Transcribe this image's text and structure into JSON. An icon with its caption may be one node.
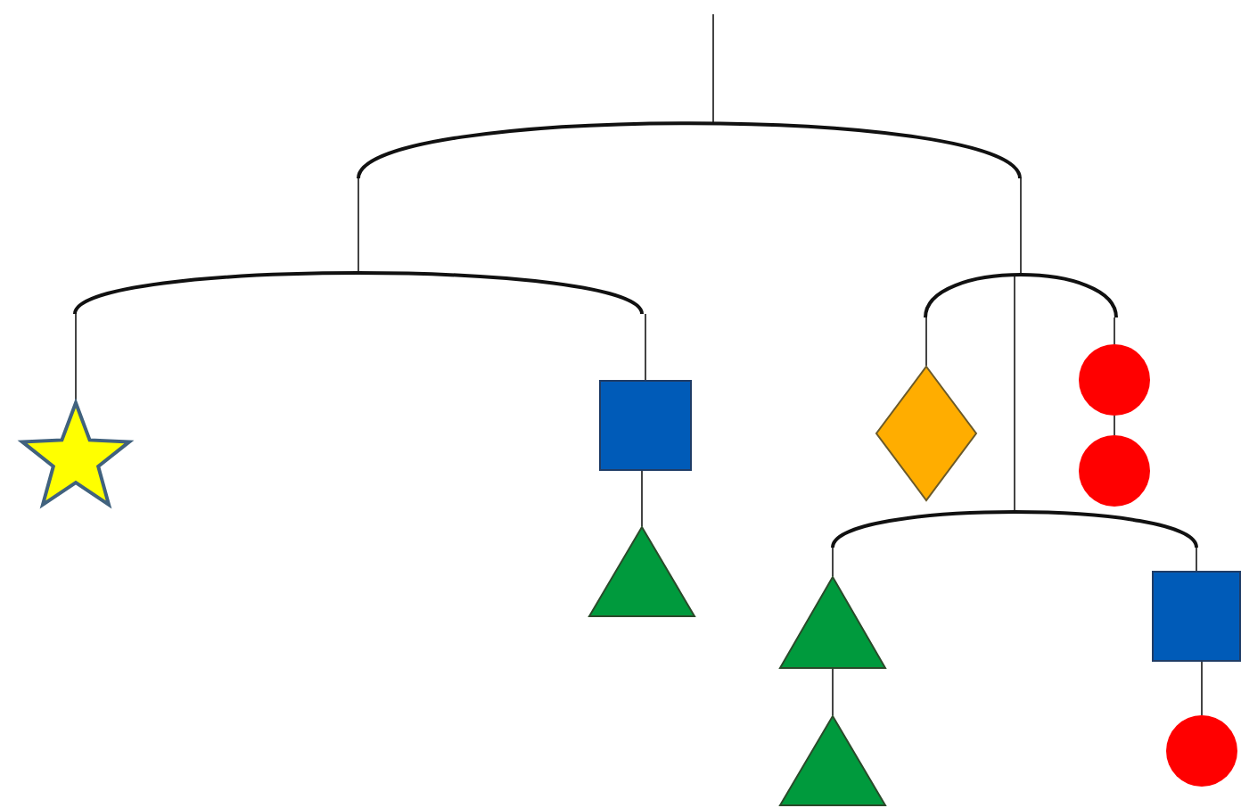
{
  "diagram": {
    "nodes": [
      {
        "text": [],
        "shape": "bar"
      },
      {
        "text": [],
        "shape": "bar"
      },
      {
        "text": [],
        "shape": "star"
      },
      {
        "text": [],
        "shape": "box"
      },
      {
        "text": [],
        "shape": "triangle"
      },
      {
        "text": [],
        "shape": "bar"
      },
      {
        "text": [],
        "shape": "diamond"
      },
      {
        "text": [],
        "shape": "circle"
      },
      {
        "text": [],
        "shape": "circle"
      },
      {
        "text": [],
        "shape": "bar"
      },
      {
        "text": [],
        "shape": "triangle"
      },
      {
        "text": [],
        "shape": "triangle"
      },
      {
        "text": [],
        "shape": "box"
      },
      {
        "text": [],
        "shape": "circle"
      }
    ],
    "edges": [
      {
        "from": null,
        "to": 0,
        "arrow": "none"
      },
      {
        "from": 0,
        "to": 1,
        "arrow": "none"
      },
      {
        "from": 0,
        "to": 5,
        "arrow": "none"
      },
      {
        "from": 5,
        "to": 9,
        "arrow": "none"
      },
      {
        "from": 1,
        "to": 2,
        "arrow": "none"
      },
      {
        "from": 1,
        "to": 3,
        "arrow": "none"
      },
      {
        "from": 3,
        "to": 4,
        "arrow": "none"
      },
      {
        "from": 5,
        "to": 6,
        "arrow": "none"
      },
      {
        "from": 5,
        "to": 7,
        "arrow": "none"
      },
      {
        "from": 7,
        "to": 8,
        "arrow": "none"
      },
      {
        "from": 9,
        "to": 10,
        "arrow": "none"
      },
      {
        "from": 10,
        "to": 11,
        "arrow": "none"
      },
      {
        "from": 9,
        "to": 12,
        "arrow": "none"
      },
      {
        "from": 12,
        "to": 13,
        "arrow": "none"
      }
    ]
  }
}
